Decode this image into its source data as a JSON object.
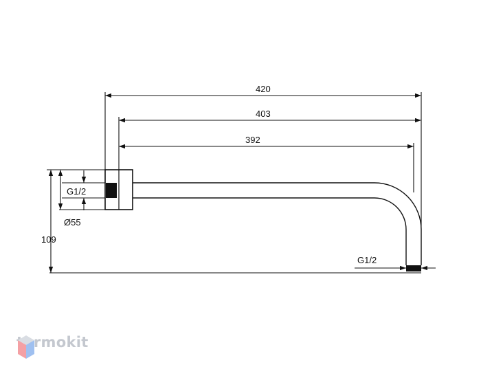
{
  "drawing": {
    "dimensions": {
      "overall_length": "420",
      "length_from_flange": "403",
      "length_arm": "392",
      "height": "109",
      "flange_diameter": "Ø55",
      "inlet_thread": "G1/2",
      "outlet_thread": "G1/2"
    }
  },
  "branding": {
    "logo_text": "termokit",
    "logo_colors": {
      "red": "#f4a0a4",
      "blue": "#9fc0f0",
      "light": "#d9dde3",
      "text": "#c4c8cf"
    }
  },
  "colors": {
    "line": "#111111",
    "background": "#ffffff"
  }
}
